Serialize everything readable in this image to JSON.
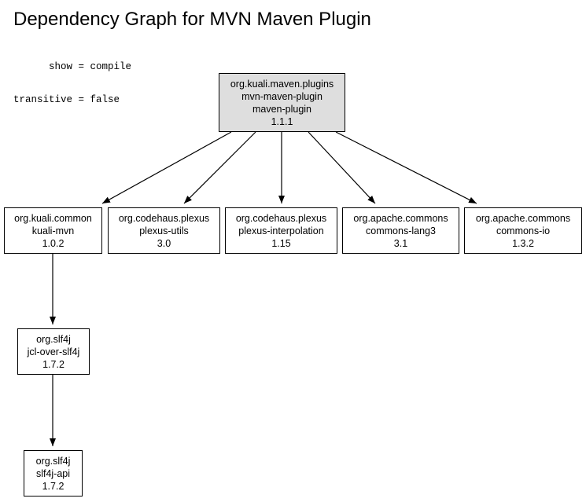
{
  "header": {
    "title": "Dependency Graph for MVN Maven Plugin",
    "params": [
      "      show = compile",
      "transitive = false"
    ]
  },
  "colors": {
    "root_fill": "#dedede",
    "node_fill": "#ffffff",
    "stroke": "#000000"
  },
  "nodes": [
    {
      "id": "root",
      "group": "org.kuali.maven.plugins",
      "artifact": "mvn-maven-plugin",
      "extra": "maven-plugin",
      "version": "1.1.1"
    },
    {
      "id": "kuali-mvn",
      "group": "org.kuali.common",
      "artifact": "kuali-mvn",
      "version": "1.0.2"
    },
    {
      "id": "plexus-utils",
      "group": "org.codehaus.plexus",
      "artifact": "plexus-utils",
      "version": "3.0"
    },
    {
      "id": "plexus-interpolation",
      "group": "org.codehaus.plexus",
      "artifact": "plexus-interpolation",
      "version": "1.15"
    },
    {
      "id": "commons-lang3",
      "group": "org.apache.commons",
      "artifact": "commons-lang3",
      "version": "3.1"
    },
    {
      "id": "commons-io",
      "group": "org.apache.commons",
      "artifact": "commons-io",
      "version": "1.3.2"
    },
    {
      "id": "jcl-over-slf4j",
      "group": "org.slf4j",
      "artifact": "jcl-over-slf4j",
      "version": "1.7.2"
    },
    {
      "id": "slf4j-api",
      "group": "org.slf4j",
      "artifact": "slf4j-api",
      "version": "1.7.2"
    }
  ],
  "edges": [
    {
      "from": "root",
      "to": "kuali-mvn"
    },
    {
      "from": "root",
      "to": "plexus-utils"
    },
    {
      "from": "root",
      "to": "plexus-interpolation"
    },
    {
      "from": "root",
      "to": "commons-lang3"
    },
    {
      "from": "root",
      "to": "commons-io"
    },
    {
      "from": "kuali-mvn",
      "to": "jcl-over-slf4j"
    },
    {
      "from": "jcl-over-slf4j",
      "to": "slf4j-api"
    }
  ]
}
